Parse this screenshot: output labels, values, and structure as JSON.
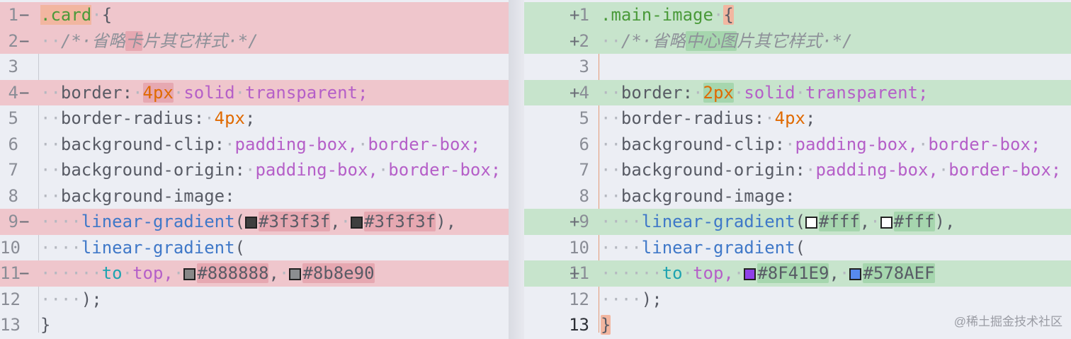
{
  "left": {
    "lines": [
      {
        "n": "1",
        "mark": "−",
        "kind": "del",
        "cur": true
      },
      {
        "n": "2",
        "mark": "−",
        "kind": "del"
      },
      {
        "n": "3",
        "mark": "",
        "kind": ""
      },
      {
        "n": "4",
        "mark": "−",
        "kind": "del"
      },
      {
        "n": "5",
        "mark": "",
        "kind": ""
      },
      {
        "n": "6",
        "mark": "",
        "kind": ""
      },
      {
        "n": "7",
        "mark": "",
        "kind": ""
      },
      {
        "n": "8",
        "mark": "",
        "kind": ""
      },
      {
        "n": "9",
        "mark": "−",
        "kind": "del"
      },
      {
        "n": "10",
        "mark": "",
        "kind": ""
      },
      {
        "n": "11",
        "mark": "−",
        "kind": "del"
      },
      {
        "n": "12",
        "mark": "",
        "kind": ""
      },
      {
        "n": "13",
        "mark": "",
        "kind": ""
      }
    ],
    "selector": ".card",
    "comment_a": "/*",
    "comment_b": "省略",
    "comment_c": "卡",
    "comment_d": "片其它样式",
    "comment_e": "*/",
    "border_width": "4px",
    "c1": "#3f3f3f",
    "c2": "#3f3f3f",
    "c3": "#888888",
    "c4": "#8b8e90",
    "swatch1": "#3f3f3f",
    "swatch2": "#3f3f3f",
    "swatch3": "#888888",
    "swatch4": "#8b8e90"
  },
  "right": {
    "lines": [
      {
        "n": "1",
        "mark": "+",
        "kind": "add"
      },
      {
        "n": "2",
        "mark": "+",
        "kind": "add"
      },
      {
        "n": "3",
        "mark": "",
        "kind": ""
      },
      {
        "n": "4",
        "mark": "+",
        "kind": "add"
      },
      {
        "n": "5",
        "mark": "",
        "kind": ""
      },
      {
        "n": "6",
        "mark": "",
        "kind": ""
      },
      {
        "n": "7",
        "mark": "",
        "kind": ""
      },
      {
        "n": "8",
        "mark": "",
        "kind": ""
      },
      {
        "n": "9",
        "mark": "+",
        "kind": "add"
      },
      {
        "n": "10",
        "mark": "",
        "kind": ""
      },
      {
        "n": "11",
        "mark": "+",
        "kind": "add"
      },
      {
        "n": "12",
        "mark": "",
        "kind": ""
      },
      {
        "n": "13",
        "mark": "",
        "kind": "",
        "cur": true
      }
    ],
    "selector": ".main-image",
    "comment_a": "/*",
    "comment_b": "省略",
    "comment_c": "中心图",
    "comment_d": "片其它样式",
    "comment_e": "*/",
    "border_width": "2px",
    "c1": "#fff",
    "c2": "#fff",
    "c3": "#8F41E9",
    "c4": "#578AEF",
    "swatch1": "#ffffff",
    "swatch2": "#ffffff",
    "swatch3": "#8F41E9",
    "swatch4": "#578AEF"
  },
  "shared": {
    "brace_open": "{",
    "brace_close": "}",
    "border_prop": "border:",
    "solid": "solid",
    "transparent": "transparent;",
    "radius_prop": "border-radius:",
    "radius_val": "4px",
    "clip_prop": "background-clip:",
    "origin_prop": "background-origin:",
    "padding_box": "padding-box,",
    "border_box": "border-box;",
    "image_prop": "background-image:",
    "linear_gradient": "linear-gradient",
    "to": "to",
    "top": "top,",
    "close_paren": ");",
    "semicolon": ";"
  },
  "watermark": "@稀土掘金技术社区"
}
